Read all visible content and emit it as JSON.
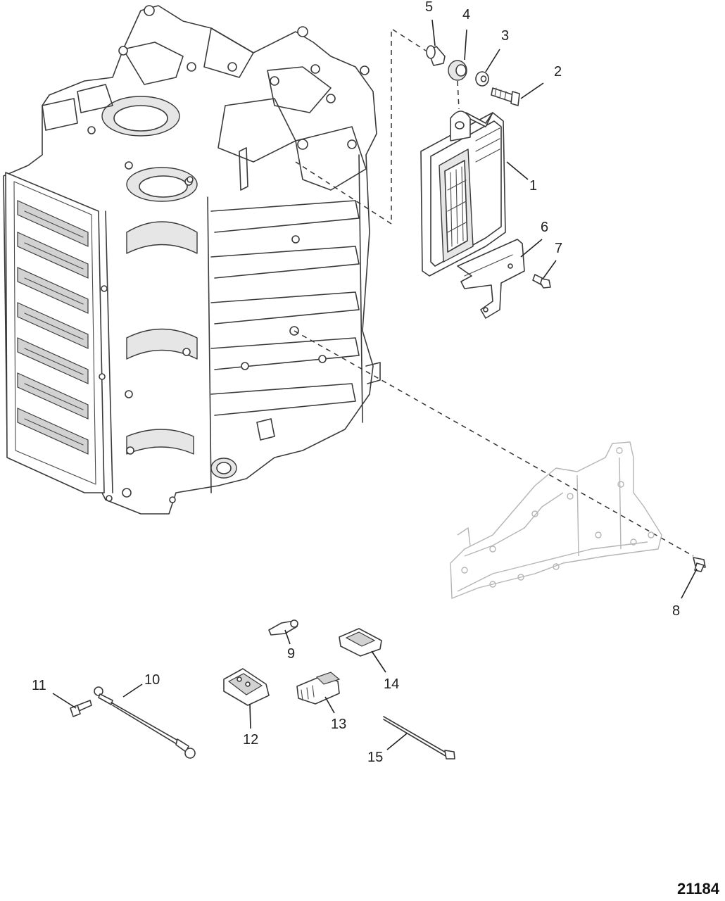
{
  "diagram": {
    "figure_number": "21184",
    "callouts": [
      "1",
      "2",
      "3",
      "4",
      "5",
      "6",
      "7",
      "8",
      "9",
      "10",
      "11",
      "12",
      "13",
      "14",
      "15"
    ]
  }
}
